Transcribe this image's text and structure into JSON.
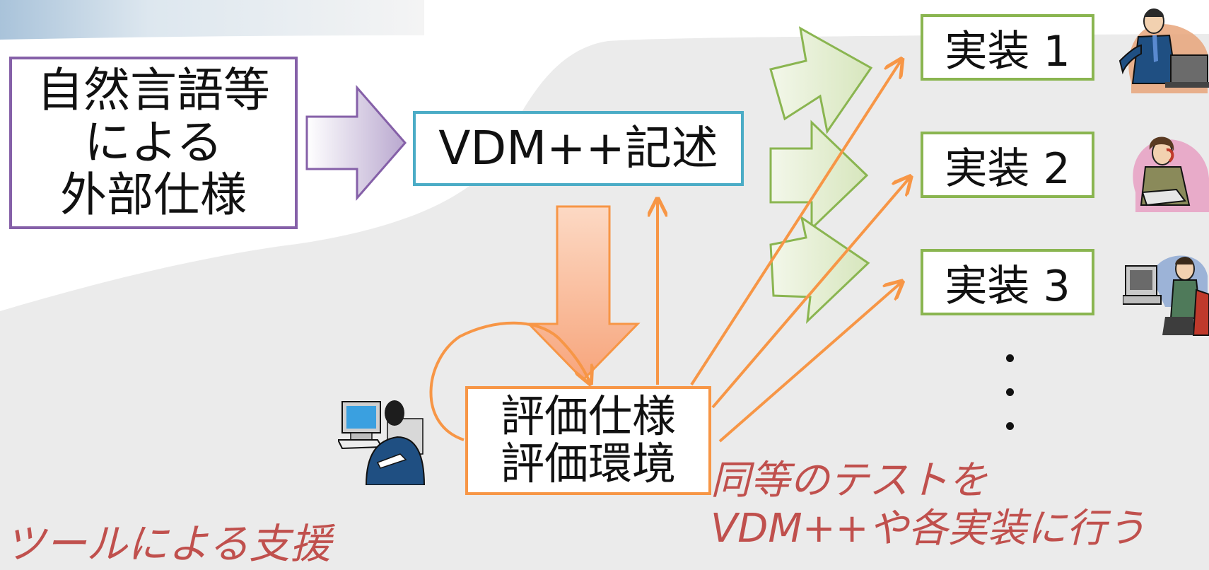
{
  "diagram": {
    "natural_spec_box": {
      "lines": [
        "自然言語等",
        "による",
        "外部仕様"
      ],
      "border_color": "#8560a8"
    },
    "vdm_box": {
      "label": "VDM++記述",
      "border_color": "#4bacc6"
    },
    "evaluation_box": {
      "lines": [
        "評価仕様",
        "評価環境"
      ],
      "border_color": "#f79646"
    },
    "implementations": [
      {
        "label": "実装 1"
      },
      {
        "label": "実装 2"
      },
      {
        "label": "実装 3"
      }
    ],
    "implementation_border_color": "#8ab550",
    "ellipsis": [
      "・",
      "・",
      "・"
    ],
    "tool_support_caption": "ツールによる支援",
    "equivalent_test_caption": {
      "lines": [
        "同等のテストを",
        "VDM++や各実装に行う"
      ]
    },
    "caption_color": "#c0504d",
    "arrow_colors": {
      "purple": "#8560a8",
      "orange": "#f79646",
      "green": "#8ab550"
    },
    "icons": [
      "businessman-laptop-icon",
      "woman-phone-laptop-icon",
      "man-at-computer-icon",
      "user-at-computer-icon"
    ]
  }
}
